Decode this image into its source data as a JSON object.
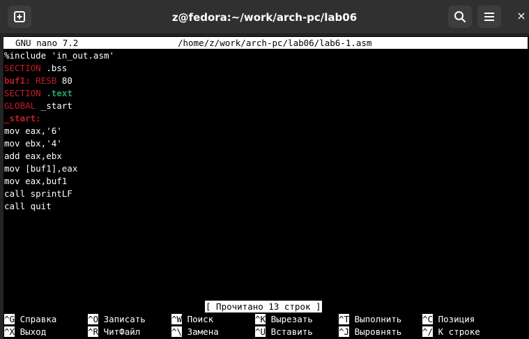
{
  "window": {
    "title": "z@fedora:~/work/arch-pc/lab06",
    "new_tab_icon": "plus-square-icon",
    "search_icon": "search-icon",
    "menu_icon": "hamburger-menu-icon",
    "close_label": "×"
  },
  "nano": {
    "version": "GNU nano 7.2",
    "file_path": "/home/z/work/arch-pc/lab06/lab6-1.asm",
    "lines": [
      [
        {
          "t": "%include 'in_out.asm'",
          "c": ""
        }
      ],
      [
        {
          "t": "SECTION",
          "c": "red"
        },
        {
          "t": " .bss",
          "c": ""
        }
      ],
      [
        {
          "t": "buf1:",
          "c": "redb"
        },
        {
          "t": " ",
          "c": ""
        },
        {
          "t": "RESB",
          "c": "red"
        },
        {
          "t": " 80",
          "c": ""
        }
      ],
      [
        {
          "t": "SECTION",
          "c": "red"
        },
        {
          "t": " ",
          "c": ""
        },
        {
          "t": ".text",
          "c": "green"
        }
      ],
      [
        {
          "t": "GLOBAL",
          "c": "red"
        },
        {
          "t": " _start",
          "c": ""
        }
      ],
      [
        {
          "t": "_start:",
          "c": "redb"
        }
      ],
      [
        {
          "t": "mov eax,'6'",
          "c": ""
        }
      ],
      [
        {
          "t": "mov ebx,'4'",
          "c": ""
        }
      ],
      [
        {
          "t": "add eax,ebx",
          "c": ""
        }
      ],
      [
        {
          "t": "mov [buf1],eax",
          "c": ""
        }
      ],
      [
        {
          "t": "mov eax,buf1",
          "c": ""
        }
      ],
      [
        {
          "t": "call sprintLF",
          "c": ""
        }
      ],
      [
        {
          "t": "call quit",
          "c": ""
        }
      ]
    ],
    "status_message": "[ Прочитано 13 строк ]",
    "shortcuts": {
      "row1": [
        {
          "key": "^G",
          "label": "Справка"
        },
        {
          "key": "^O",
          "label": "Записать"
        },
        {
          "key": "^W",
          "label": "Поиск"
        },
        {
          "key": "^K",
          "label": "Вырезать"
        },
        {
          "key": "^T",
          "label": "Выполнить"
        },
        {
          "key": "^C",
          "label": "Позиция"
        }
      ],
      "row2": [
        {
          "key": "^X",
          "label": "Выход"
        },
        {
          "key": "^R",
          "label": "ЧитФайл"
        },
        {
          "key": "^\\",
          "label": "Замена"
        },
        {
          "key": "^U",
          "label": "Вставить"
        },
        {
          "key": "^J",
          "label": "Выровнять"
        },
        {
          "key": "^/",
          "label": "К строке"
        }
      ]
    }
  },
  "colors": {
    "keyword_red": "#c01c28",
    "directive_green": "#26a269",
    "titlebar": "#303030",
    "terminal_bg": "#000000"
  }
}
